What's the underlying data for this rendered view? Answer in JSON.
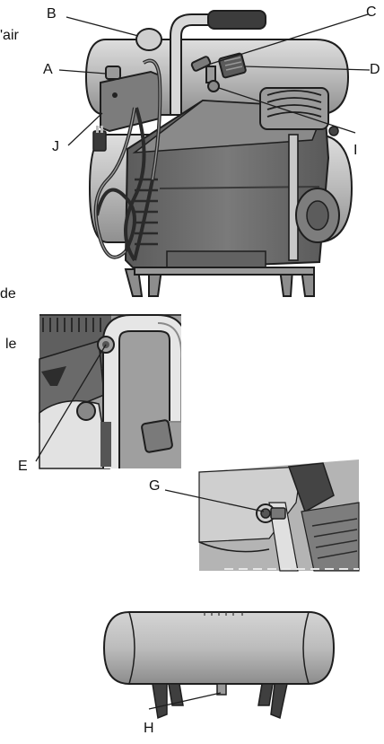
{
  "text_fragments": {
    "left_air": "'air",
    "left_de": "de",
    "left_le": "le"
  },
  "callouts": {
    "A": "A",
    "B": "B",
    "C": "C",
    "D": "D",
    "E": "E",
    "G": "G",
    "H": "H",
    "I": "I",
    "J": "J"
  },
  "colors": {
    "tank_light": "#c9c9c9",
    "tank_mid": "#a6a6a6",
    "body_dark": "#6f6f6f",
    "body_darker": "#4f4f4f",
    "outline": "#1e1e1e",
    "background": "#ffffff"
  }
}
